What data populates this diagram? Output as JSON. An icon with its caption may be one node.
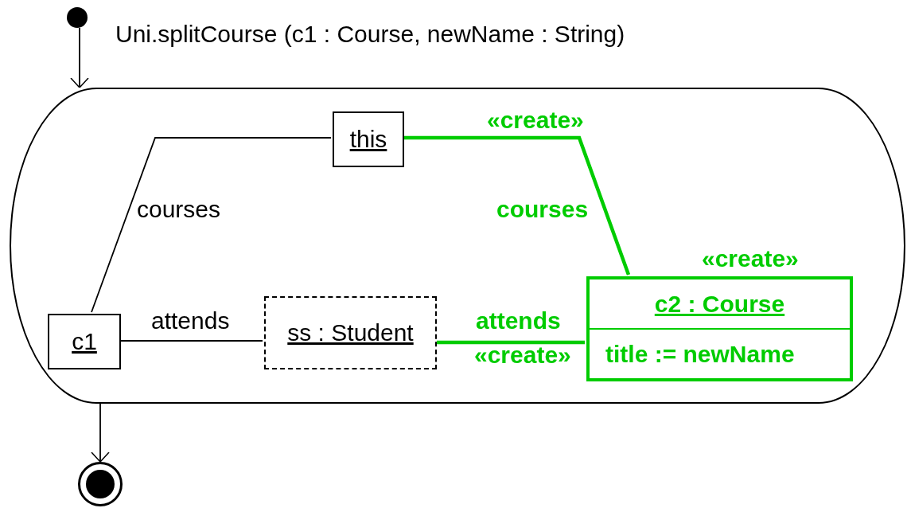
{
  "diagram": {
    "nodes": [
      {
        "text": [],
        "shape": "circle"
      },
      {
        "text": [],
        "shape": "box"
      },
      {
        "text": [
          "this"
        ],
        "in": 1
      },
      {
        "text": [
          "c1"
        ],
        "in": 1
      },
      {
        "text": [
          "ss : Student"
        ],
        "in": 1
      },
      {
        "text": [
          "c2 : Course",
          "title := newName"
        ],
        "in": 1,
        "beside": [
          "«create»"
        ]
      },
      {
        "text": [],
        "shape": "circle"
      }
    ],
    "edges": [
      {
        "from": 0,
        "to": 1,
        "arrow": "to"
      },
      {
        "from": 2,
        "to": 3,
        "arrow": "none",
        "label": "courses"
      },
      {
        "from": 3,
        "to": 4,
        "arrow": "none",
        "label": "attends"
      },
      {
        "from": 2,
        "to": 5,
        "arrow": "none",
        "label": "courses",
        "style": "thick",
        "color": "#00cc00"
      },
      {
        "from": 4,
        "to": 5,
        "arrow": "none",
        "label": "attends",
        "style": "thick",
        "color": "#00cc00"
      },
      {
        "from": 1,
        "to": 6,
        "arrow": "to"
      }
    ],
    "labels": [
      "Uni.splitCourse (c1 : Course, newName : String)",
      "«create»",
      "«create»"
    ]
  }
}
